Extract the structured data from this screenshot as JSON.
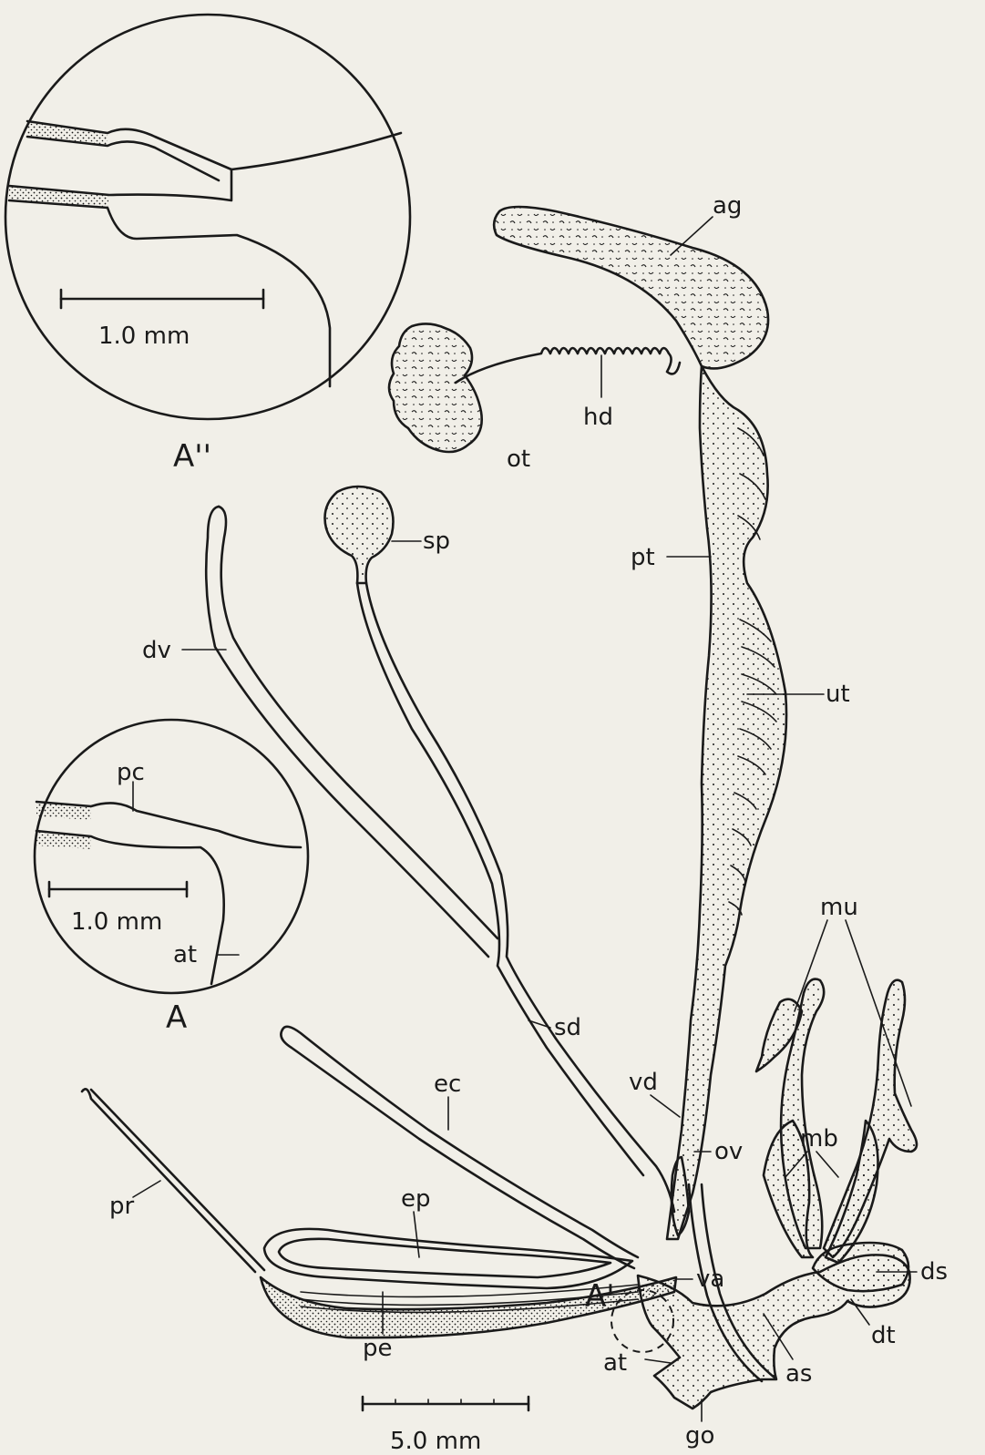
{
  "figure": {
    "labels": {
      "ag": "ag",
      "hd": "hd",
      "ot": "ot",
      "sp": "sp",
      "pt": "pt",
      "dv": "dv",
      "ut": "ut",
      "pc": "pc",
      "mu": "mu",
      "at_inset": "at",
      "at_main": "at",
      "sd": "sd",
      "ec": "ec",
      "vd": "vd",
      "ov": "ov",
      "mb": "mb",
      "ep": "ep",
      "pr": "pr",
      "va": "va",
      "ds": "ds",
      "a_prime": "A'",
      "dt": "dt",
      "pe": "pe",
      "as": "as",
      "go": "go"
    },
    "inset_top": {
      "name": "A''",
      "scale_label": "1.0 mm"
    },
    "inset_bottom": {
      "name": "A",
      "scale_label": "1.0 mm"
    },
    "main_scale_label": "5.0 mm"
  },
  "colors": {
    "ink": "#1a1a1a",
    "paper": "#f1efe8"
  }
}
